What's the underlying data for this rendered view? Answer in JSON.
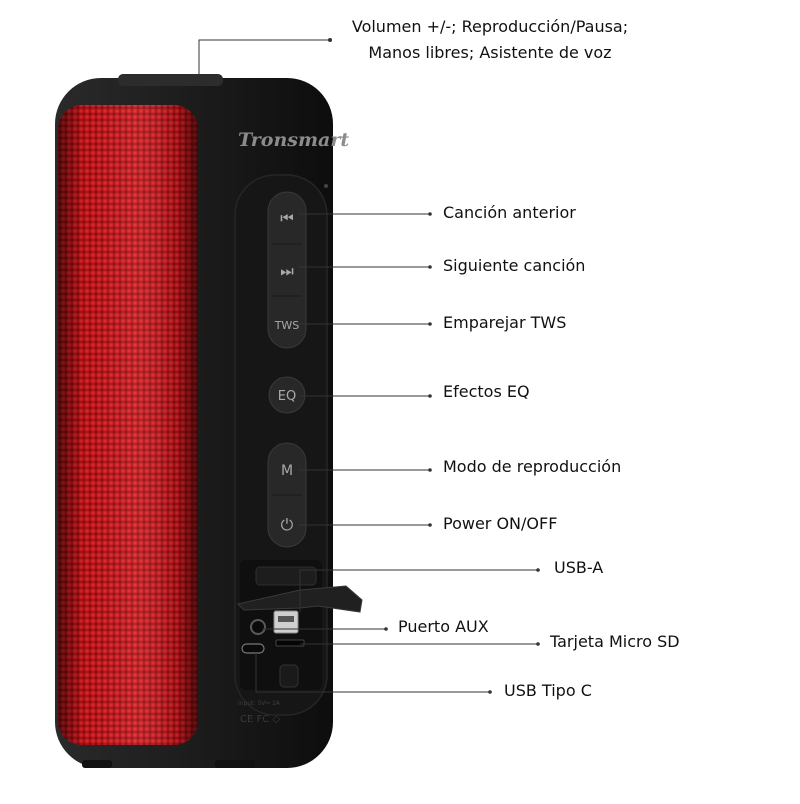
{
  "brand": "Tronsmart",
  "colors": {
    "grille": "#c6161b",
    "grille_dark": "#7e0b0e",
    "body": "#1e1e1e",
    "panel": "#151515",
    "button": "#2b2b2b",
    "line": "#333333",
    "background": "#ffffff"
  },
  "buttons": {
    "prev": "⏮",
    "next": "⏭",
    "tws": "TWS",
    "eq": "EQ",
    "mode": "M",
    "power": "⏻"
  },
  "callouts": {
    "top_line1": "Volumen +/-; Reproducción/Pausa;",
    "top_line2": "Manos libres; Asistente de voz",
    "prev": "Canción anterior",
    "next": "Siguiente canción",
    "tws": "Emparejar TWS",
    "eq": "Efectos EQ",
    "mode": "Modo de reproducción",
    "power": "Power ON/OFF",
    "usb_a": "USB-A",
    "aux": "Puerto AUX",
    "sd": "Tarjeta Micro SD",
    "usb_c": "USB Tipo C"
  }
}
